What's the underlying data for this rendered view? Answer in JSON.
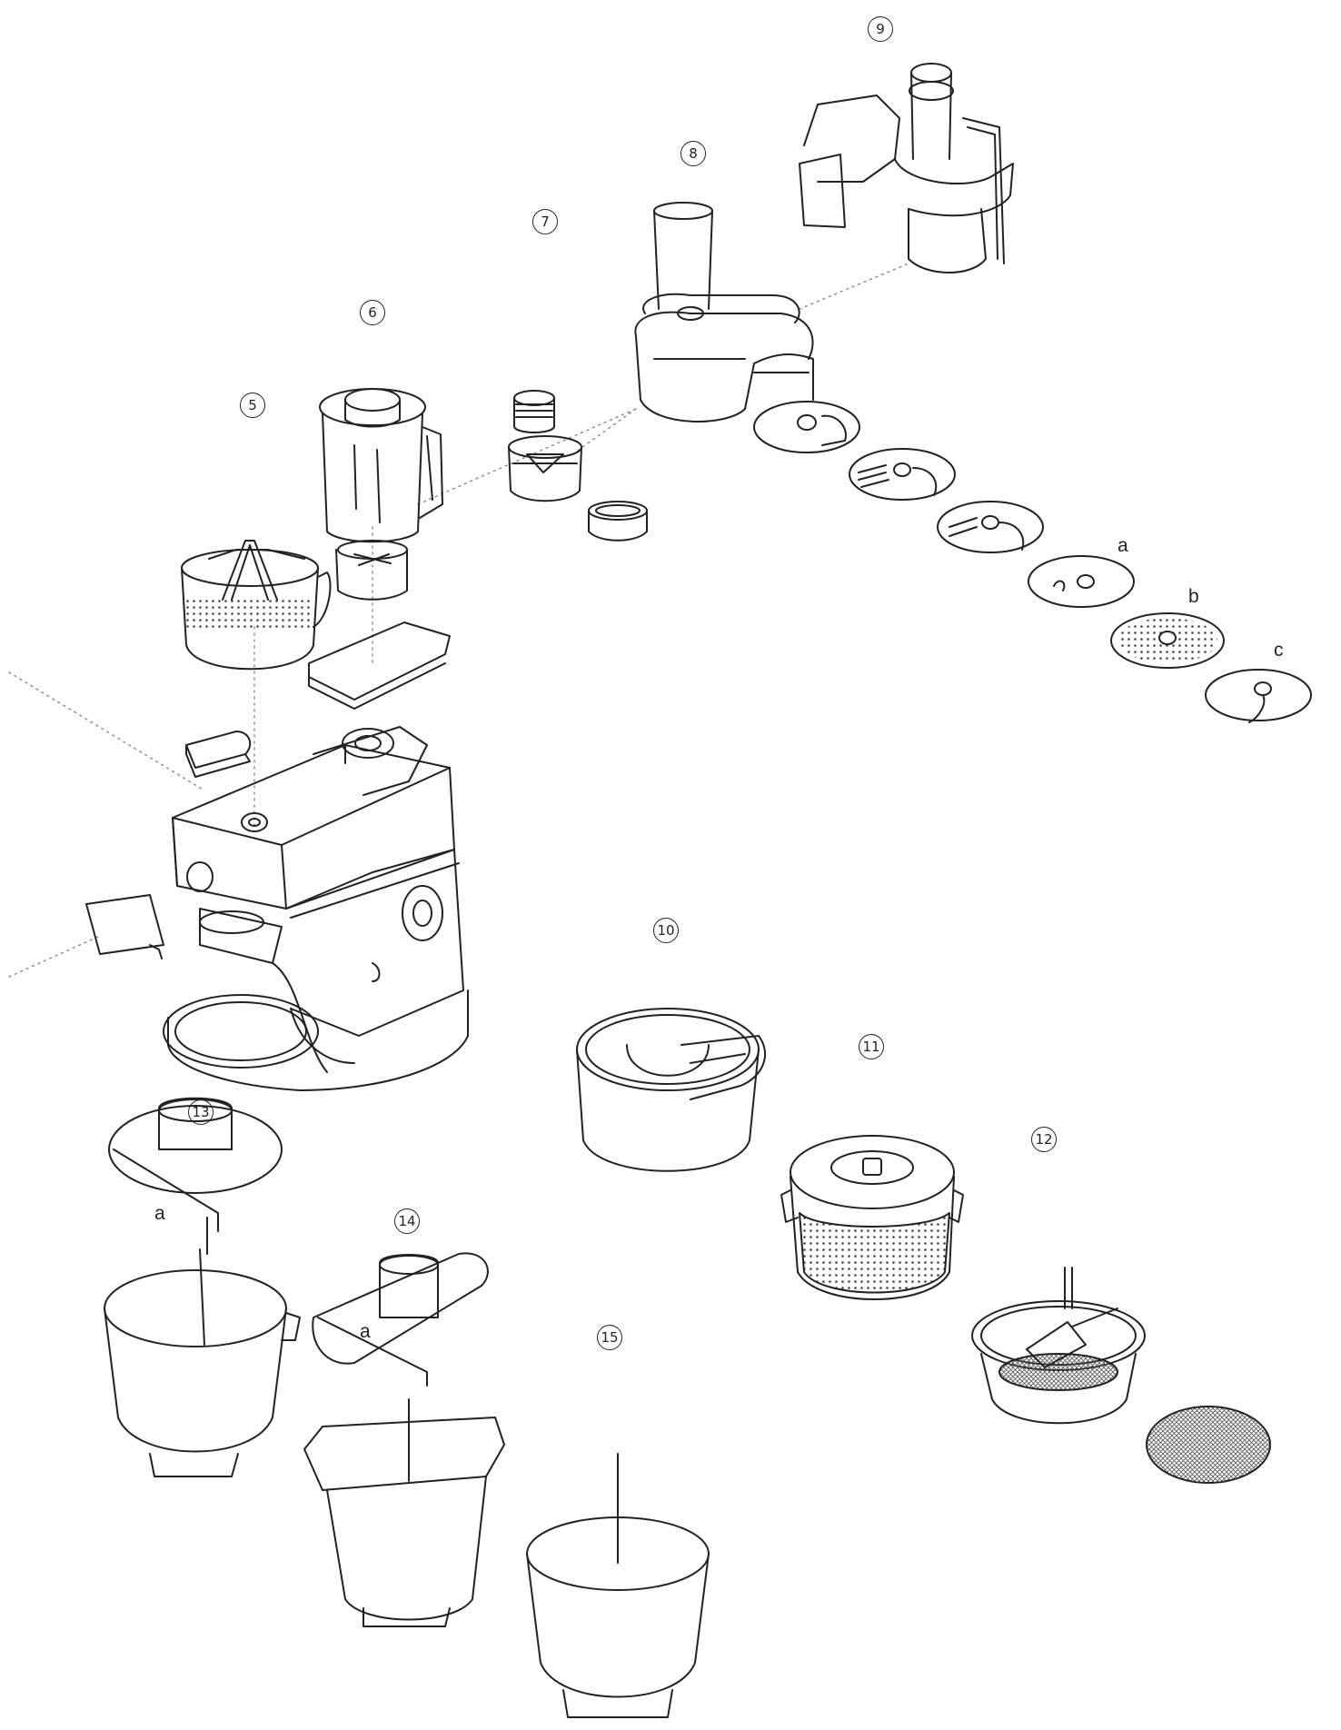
{
  "callouts": {
    "n5": "5",
    "n6": "6",
    "n7": "7",
    "n8": "8",
    "n9": "9",
    "n10": "10",
    "n11": "11",
    "n12": "12",
    "n13": "13",
    "n14": "14",
    "n15": "15"
  },
  "letters": {
    "disc_a": "a",
    "disc_b": "b",
    "disc_c": "c",
    "lid13_a": "a",
    "lid14_a": "a"
  },
  "colors": {
    "line": "#222222",
    "dotted": "#888888",
    "background": "#ffffff"
  }
}
